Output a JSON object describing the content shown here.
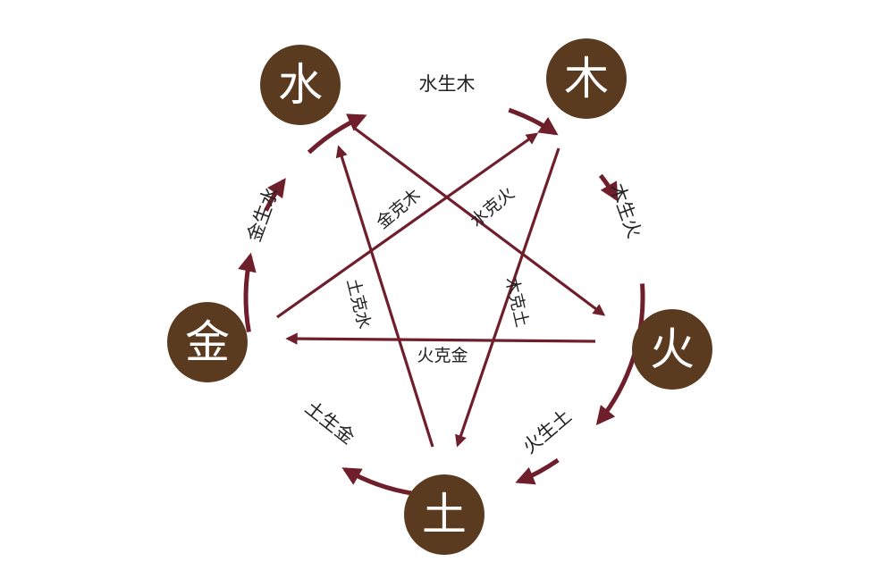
{
  "colors": {
    "background": "#ffffff",
    "node_fill": "#5b3b20",
    "node_text": "#ffffff",
    "arrow": "#6e1f2b",
    "label_text": "#222222"
  },
  "elements": {
    "water": "水",
    "wood": "木",
    "fire": "火",
    "earth": "土",
    "metal": "金"
  },
  "generating_cycle": {
    "water_wood": "水生木",
    "wood_fire": "木生火",
    "fire_earth": "火生土",
    "earth_metal": "土生金",
    "metal_water": "金生水"
  },
  "controlling_cycle": {
    "metal_wood": "金克木",
    "water_fire": "水克火",
    "earth_water": "土克水",
    "wood_earth": "木克土",
    "fire_metal": "火克金"
  }
}
